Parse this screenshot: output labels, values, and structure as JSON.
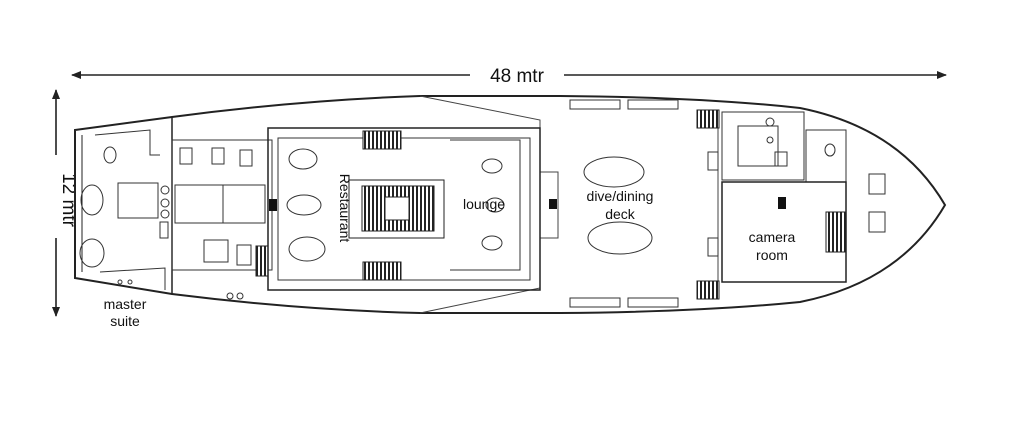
{
  "dimensions": {
    "length_label": "48 mtr",
    "beam_label": "12 mtr"
  },
  "rooms": {
    "restaurant": "Restaurant",
    "lounge": "lounge",
    "dive_dining_deck": [
      "dive/dining",
      "deck"
    ],
    "camera_room": [
      "camera",
      "room"
    ],
    "master_suite": [
      "master",
      "suite"
    ]
  }
}
